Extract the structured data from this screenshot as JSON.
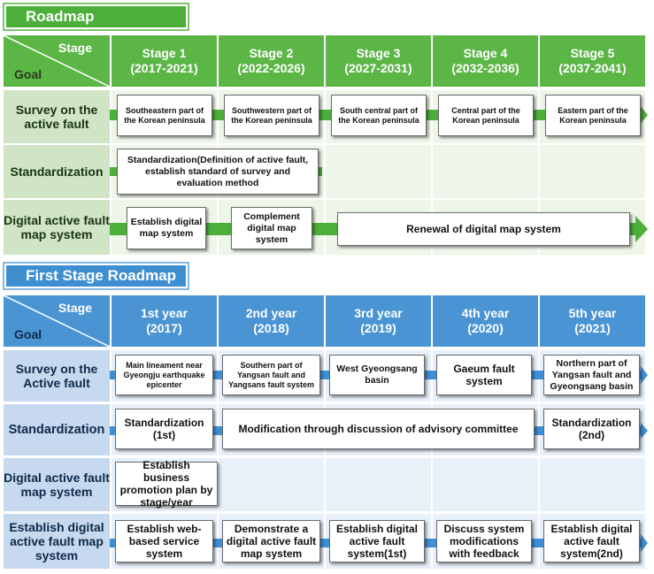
{
  "roadmap": {
    "title": "Roadmap",
    "corner": {
      "stage": "Stage",
      "goal": "Goal"
    },
    "columns": [
      {
        "name": "Stage 1",
        "years": "(2017-2021)"
      },
      {
        "name": "Stage 2",
        "years": "(2022-2026)"
      },
      {
        "name": "Stage 3",
        "years": "(2027-2031)"
      },
      {
        "name": "Stage 4",
        "years": "(2032-2036)"
      },
      {
        "name": "Stage 5",
        "years": "(2037-2041)"
      }
    ],
    "rows": [
      {
        "label": "Survey on the active fault",
        "items": [
          "Southeastern part of the Korean peninsula",
          "Southwestern part of the Korean peninsula",
          "South central part of the Korean peninsula",
          "Central part of the Korean peninsula",
          "Eastern part of the Korean peninsula"
        ]
      },
      {
        "label": "Standardization",
        "items": [
          "Standardization(Definition of active fault, establish standard of survey and evaluation method"
        ]
      },
      {
        "label": "Digital active fault map system",
        "items": [
          "Establish digital map system",
          "Complement digital map system",
          "Renewal of digital map system"
        ]
      }
    ],
    "colors": {
      "header": "#5cb646",
      "label_bg": "#cfe5c6",
      "cell_bg": "#eef6ea",
      "arrow": "#4caf3a"
    }
  },
  "first_stage": {
    "title": "First Stage Roadmap",
    "corner": {
      "stage": "Stage",
      "goal": "Goal"
    },
    "columns": [
      {
        "name": "1st year",
        "years": "(2017)"
      },
      {
        "name": "2nd year",
        "years": "(2018)"
      },
      {
        "name": "3rd year",
        "years": "(2019)"
      },
      {
        "name": "4th year",
        "years": "(2020)"
      },
      {
        "name": "5th year",
        "years": "(2021)"
      }
    ],
    "rows": [
      {
        "label": "Survey on the Active fault",
        "items": [
          "Main lineament near Gyeongju earthquake epicenter",
          "Southern part of Yangsan fault and Yangsans fault system",
          "West Gyeongsang basin",
          "Gaeum fault system",
          "Northern part of Yangsan fault and Gyeongsang basin"
        ]
      },
      {
        "label": "Standardization",
        "items": [
          "Standardization (1st)",
          "Modification through discussion of advisory committee",
          "Standardization (2nd)"
        ]
      },
      {
        "label": "Digital active fault map system",
        "items": [
          "Establish business promotion plan by stage/year"
        ]
      },
      {
        "label": "Establish digital active fault map system",
        "items": [
          "Establish web-based service system",
          "Demonstrate a digital active fault map system",
          "Establish digital active fault system(1st)",
          "Discuss system modifications with feedback",
          "Establish digital active fault system(2nd)"
        ]
      }
    ],
    "colors": {
      "header": "#4a94d4",
      "label_bg": "#c6d9ee",
      "cell_bg": "#e8f0fa",
      "arrow": "#3d8fd6"
    }
  }
}
